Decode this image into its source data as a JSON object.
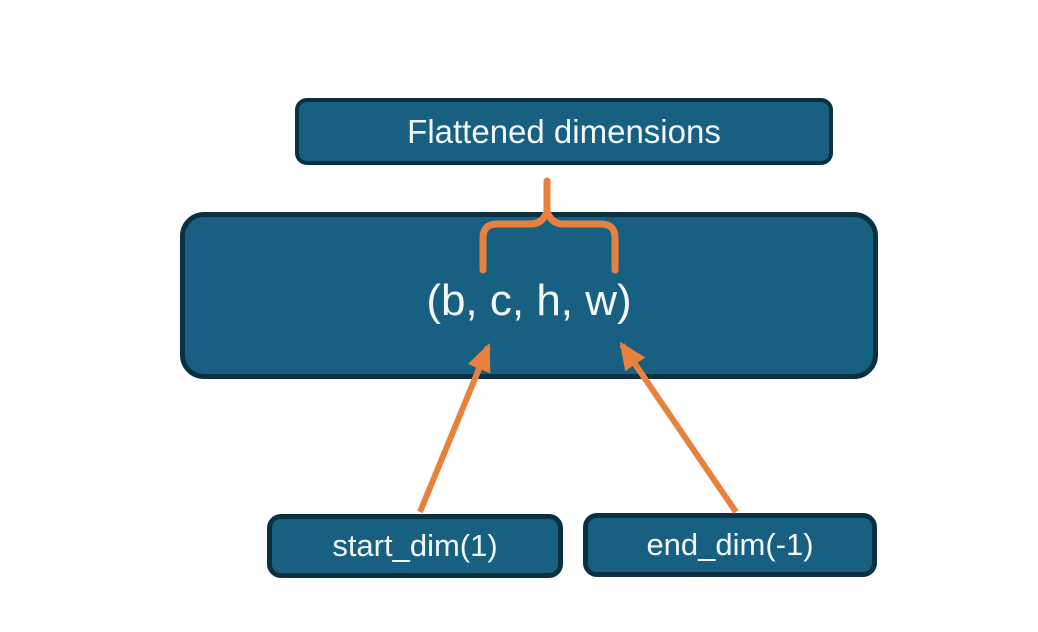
{
  "diagram": {
    "top_label": "Flattened dimensions",
    "tensor_label": "(b, c, h, w)",
    "start_dim_label": "start_dim(1)",
    "end_dim_label": "end_dim(-1)",
    "icons": {
      "brace": "curly-brace-connector",
      "arrows": "orange-pointer-arrows"
    },
    "colors": {
      "box_fill": "#176082",
      "box_border": "#0b3140",
      "arrow_orange": "#e8813e",
      "text": "#f3f7f8",
      "background": "#ffffff"
    }
  }
}
